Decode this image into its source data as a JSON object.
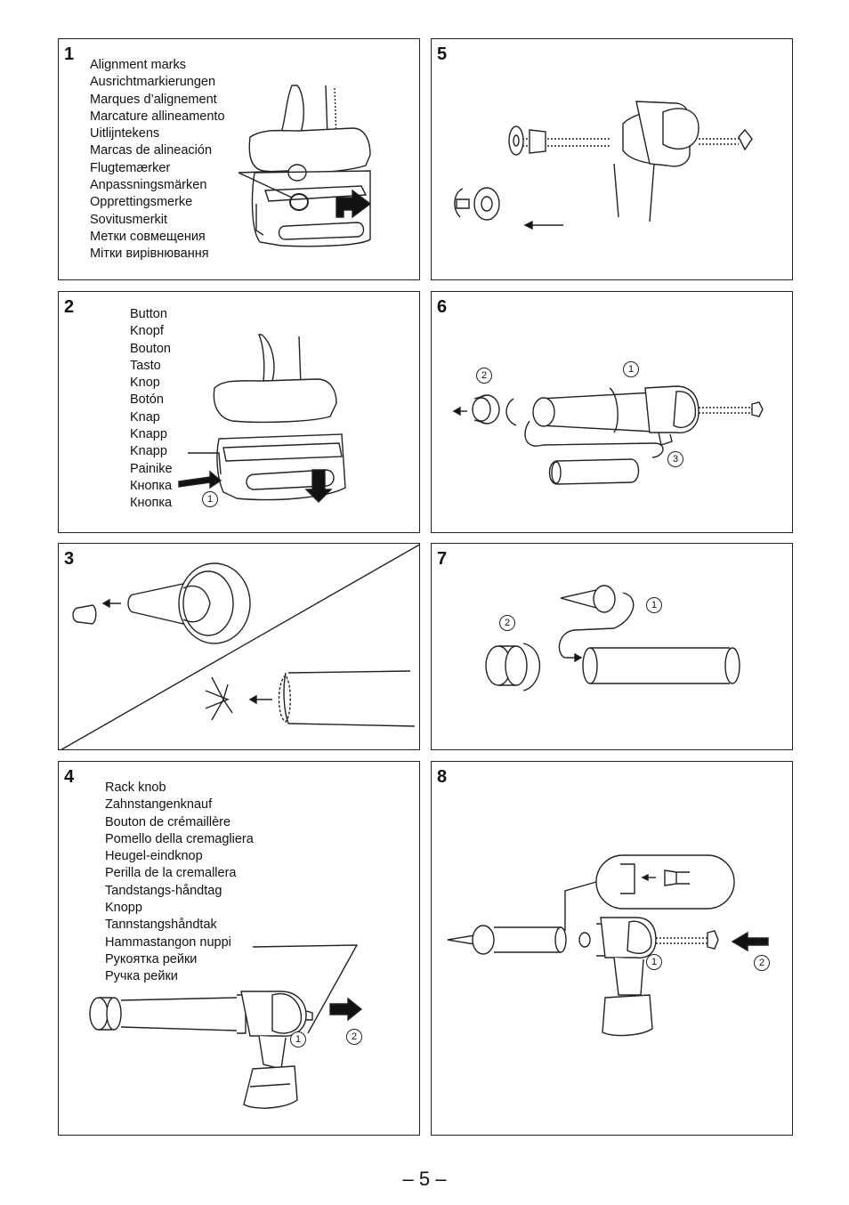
{
  "panels": {
    "p1": {
      "number": "1",
      "labels": [
        "Alignment marks",
        "Ausrichtmarkierungen",
        "Marques d’alignement",
        "Marcature allineamento",
        "Uitlijntekens",
        "Marcas de alineación",
        "Flugtemærker",
        "Anpassningsmärken",
        "Opprettingsmerke",
        "Sovitusmerkit",
        "Метки совмещения",
        "Мітки вирівнювання"
      ]
    },
    "p2": {
      "number": "2",
      "labels": [
        "Button",
        "Knopf",
        "Bouton",
        "Tasto",
        "Knop",
        "Botón",
        "Knap",
        "Knapp",
        "Knapp",
        "Painike",
        "Кнопка",
        "Кнопка"
      ],
      "callouts": [
        "1"
      ]
    },
    "p3": {
      "number": "3"
    },
    "p4": {
      "number": "4",
      "labels": [
        "Rack knob",
        "Zahnstangenknauf",
        "Bouton de crémaillère",
        "Pomello della cremagliera",
        "Heugel-eindknop",
        "Perilla de la cremallera",
        "Tandstangs-håndtag",
        "Knopp",
        "Tannstangshåndtak",
        "Hammastangon nuppi",
        "Рукоятка рейки",
        "Ручка рейки"
      ],
      "callouts": [
        "1",
        "2"
      ]
    },
    "p5": {
      "number": "5"
    },
    "p6": {
      "number": "6",
      "callouts": [
        "2",
        "1",
        "3"
      ]
    },
    "p7": {
      "number": "7",
      "callouts": [
        "1",
        "2"
      ]
    },
    "p8": {
      "number": "8",
      "callouts": [
        "1",
        "2"
      ]
    }
  },
  "page_number": "– 5 –"
}
